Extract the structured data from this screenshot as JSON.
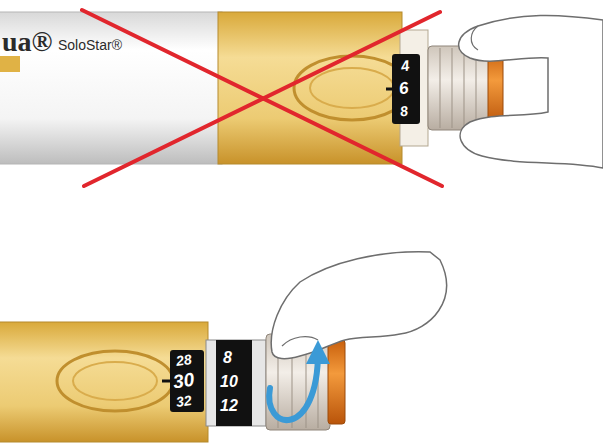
{
  "diagram": {
    "labels": [
      "ua®",
      "SoloStar®",
      "4",
      "6",
      "8",
      "28",
      "30",
      "32",
      "8",
      "10",
      "12"
    ]
  }
}
